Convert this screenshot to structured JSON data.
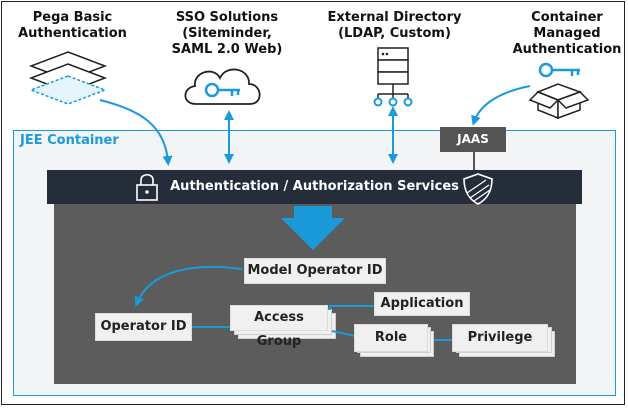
{
  "top": {
    "pega_basic": [
      "Pega Basic",
      "Authentication"
    ],
    "sso": [
      "SSO Solutions",
      "(Siteminder,",
      "SAML 2.0 Web)"
    ],
    "external_directory": [
      "External Directory",
      "(LDAP, Custom)"
    ],
    "container_managed": [
      "Container",
      "Managed",
      "Authentication"
    ]
  },
  "container_label": "JEE Container",
  "jaas_label": "JAAS",
  "auth_bar_label": "Authentication / Authorization Services",
  "nodes": {
    "model_operator_id": "Model Operator ID",
    "operator_id": "Operator ID",
    "access_group": "Access Group",
    "application": "Application",
    "role": "Role",
    "privilege": "Privilege"
  },
  "colors": {
    "accent": "#1a9ad9",
    "bar": "#252c3a",
    "gray_area": "#5c5c5c",
    "jaas": "#545454"
  }
}
